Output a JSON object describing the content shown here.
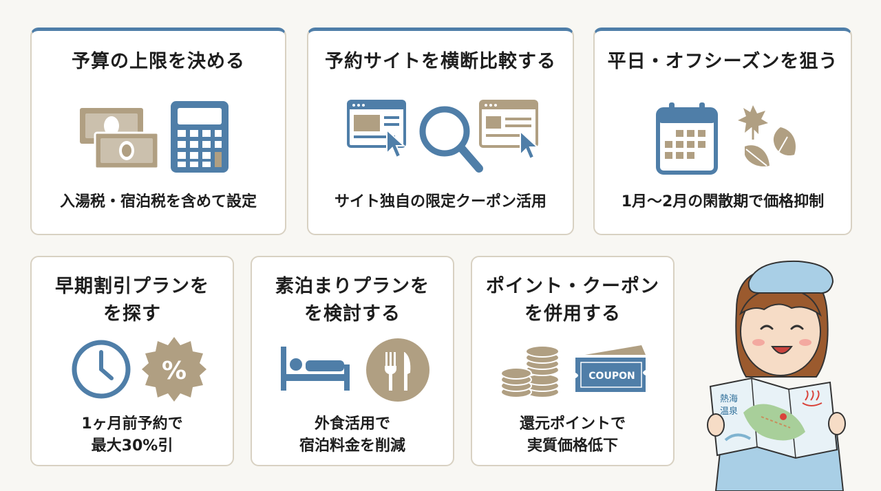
{
  "colors": {
    "blue": "#4f7ea8",
    "tan": "#b09f82",
    "border": "#d8d1c2",
    "background": "#f8f7f3"
  },
  "cards": [
    {
      "title": "予算の上限を決める",
      "subtitle": "入湯税・宿泊税を含めて設定",
      "icons": [
        "money-icon",
        "calculator-icon"
      ]
    },
    {
      "title": "予約サイトを横断比較する",
      "subtitle": "サイト独自の限定クーポン活用",
      "icons": [
        "browser-window-icon",
        "magnifier-icon",
        "browser-window-icon"
      ]
    },
    {
      "title": "平日・オフシーズンを狙う",
      "subtitle": "1月〜2月の閑散期で価格抑制",
      "icons": [
        "calendar-icon",
        "leaf-icon"
      ]
    },
    {
      "title_line1": "早期割引プランを",
      "title_line2": "を探す",
      "subtitle_line1": "1ヶ月前予約で",
      "subtitle_line2": "最大30%引",
      "badge_text": "%",
      "icons": [
        "clock-icon",
        "percent-badge-icon"
      ]
    },
    {
      "title_line1": "素泊まりプランを",
      "title_line2": "を検討する",
      "subtitle_line1": "外食活用で",
      "subtitle_line2": "宿泊料金を削減",
      "icons": [
        "bed-icon",
        "fork-knife-icon"
      ]
    },
    {
      "title_line1": "ポイント・クーポン",
      "title_line2": "を併用する",
      "subtitle_line1": "還元ポイントで",
      "subtitle_line2": "実質価格低下",
      "coupon_text": "COUPON",
      "icons": [
        "coins-icon",
        "coupon-ticket-icon"
      ]
    }
  ],
  "illustration": {
    "map_label_line1": "熱海",
    "map_label_line2": "温泉"
  }
}
